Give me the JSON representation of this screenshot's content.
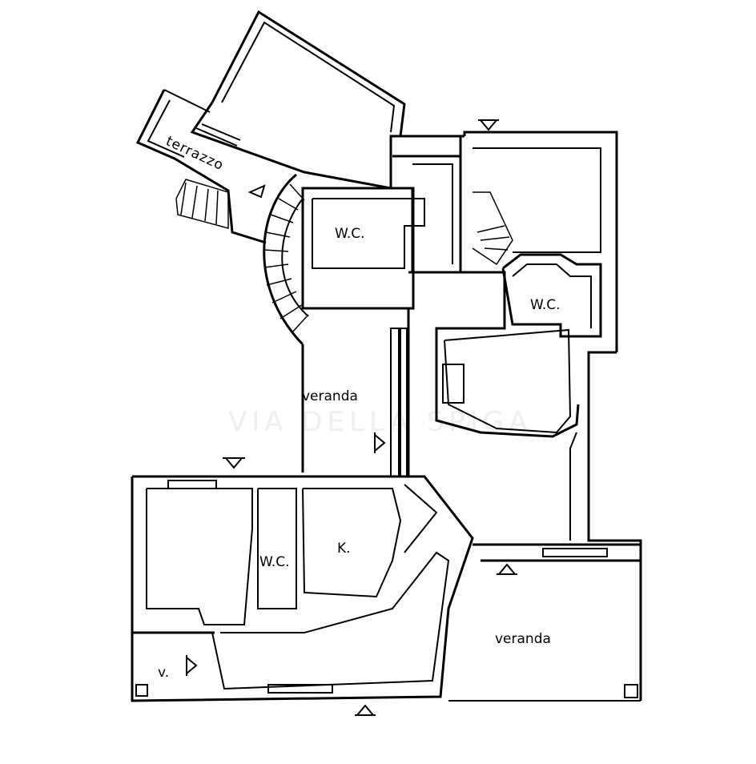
{
  "labels": {
    "terrazzo": "terrazzo",
    "wc_top": "W.C.",
    "wc_right": "W.C.",
    "wc_bottom": "W.C.",
    "veranda_center": "veranda",
    "veranda_bottom": "veranda",
    "kitchen": "K.",
    "vestibule": "v."
  },
  "watermark": "VIA DELLA SPIGA"
}
